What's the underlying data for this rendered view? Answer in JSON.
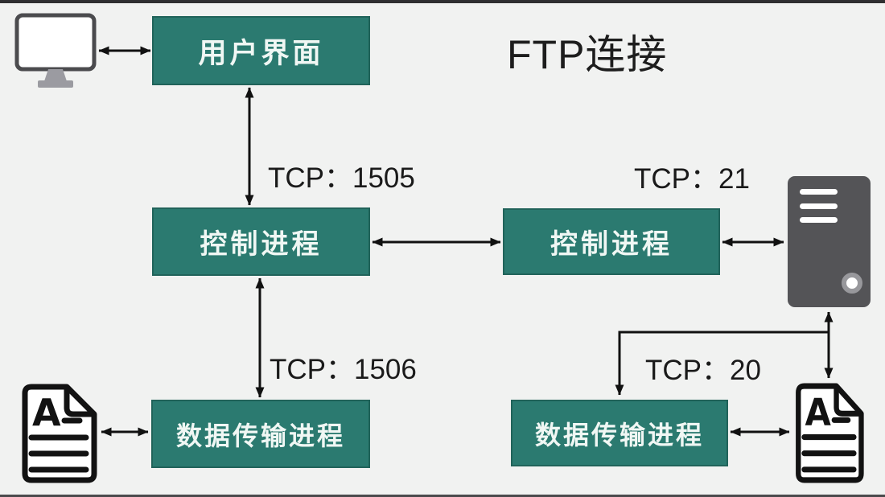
{
  "title": "FTP连接",
  "nodes": {
    "user_interface": {
      "label": "用户界面"
    },
    "control_client": {
      "label": "控制进程"
    },
    "control_server": {
      "label": "控制进程"
    },
    "data_transfer_client": {
      "label": "数据传输进程"
    },
    "data_transfer_server": {
      "label": "数据传输进程"
    }
  },
  "connection_labels": {
    "tcp_1505": "TCP：1505",
    "tcp_21": "TCP：21",
    "tcp_1506": "TCP：1506",
    "tcp_20": "TCP：20"
  },
  "icons": {
    "client_host": "monitor-icon",
    "server_host": "server-tower-icon",
    "client_file": "file-document-icon",
    "server_file": "file-document-icon",
    "file_letter": "A"
  },
  "colors": {
    "background": "#f1f2f1",
    "process_box": "#2b7a70",
    "process_box_border": "#21635a",
    "box_text": "#f0f7f4",
    "label_text": "#1a1a1a",
    "arrow": "#111111",
    "server_body": "#545457",
    "icon_gray": "#9b9ba1"
  }
}
